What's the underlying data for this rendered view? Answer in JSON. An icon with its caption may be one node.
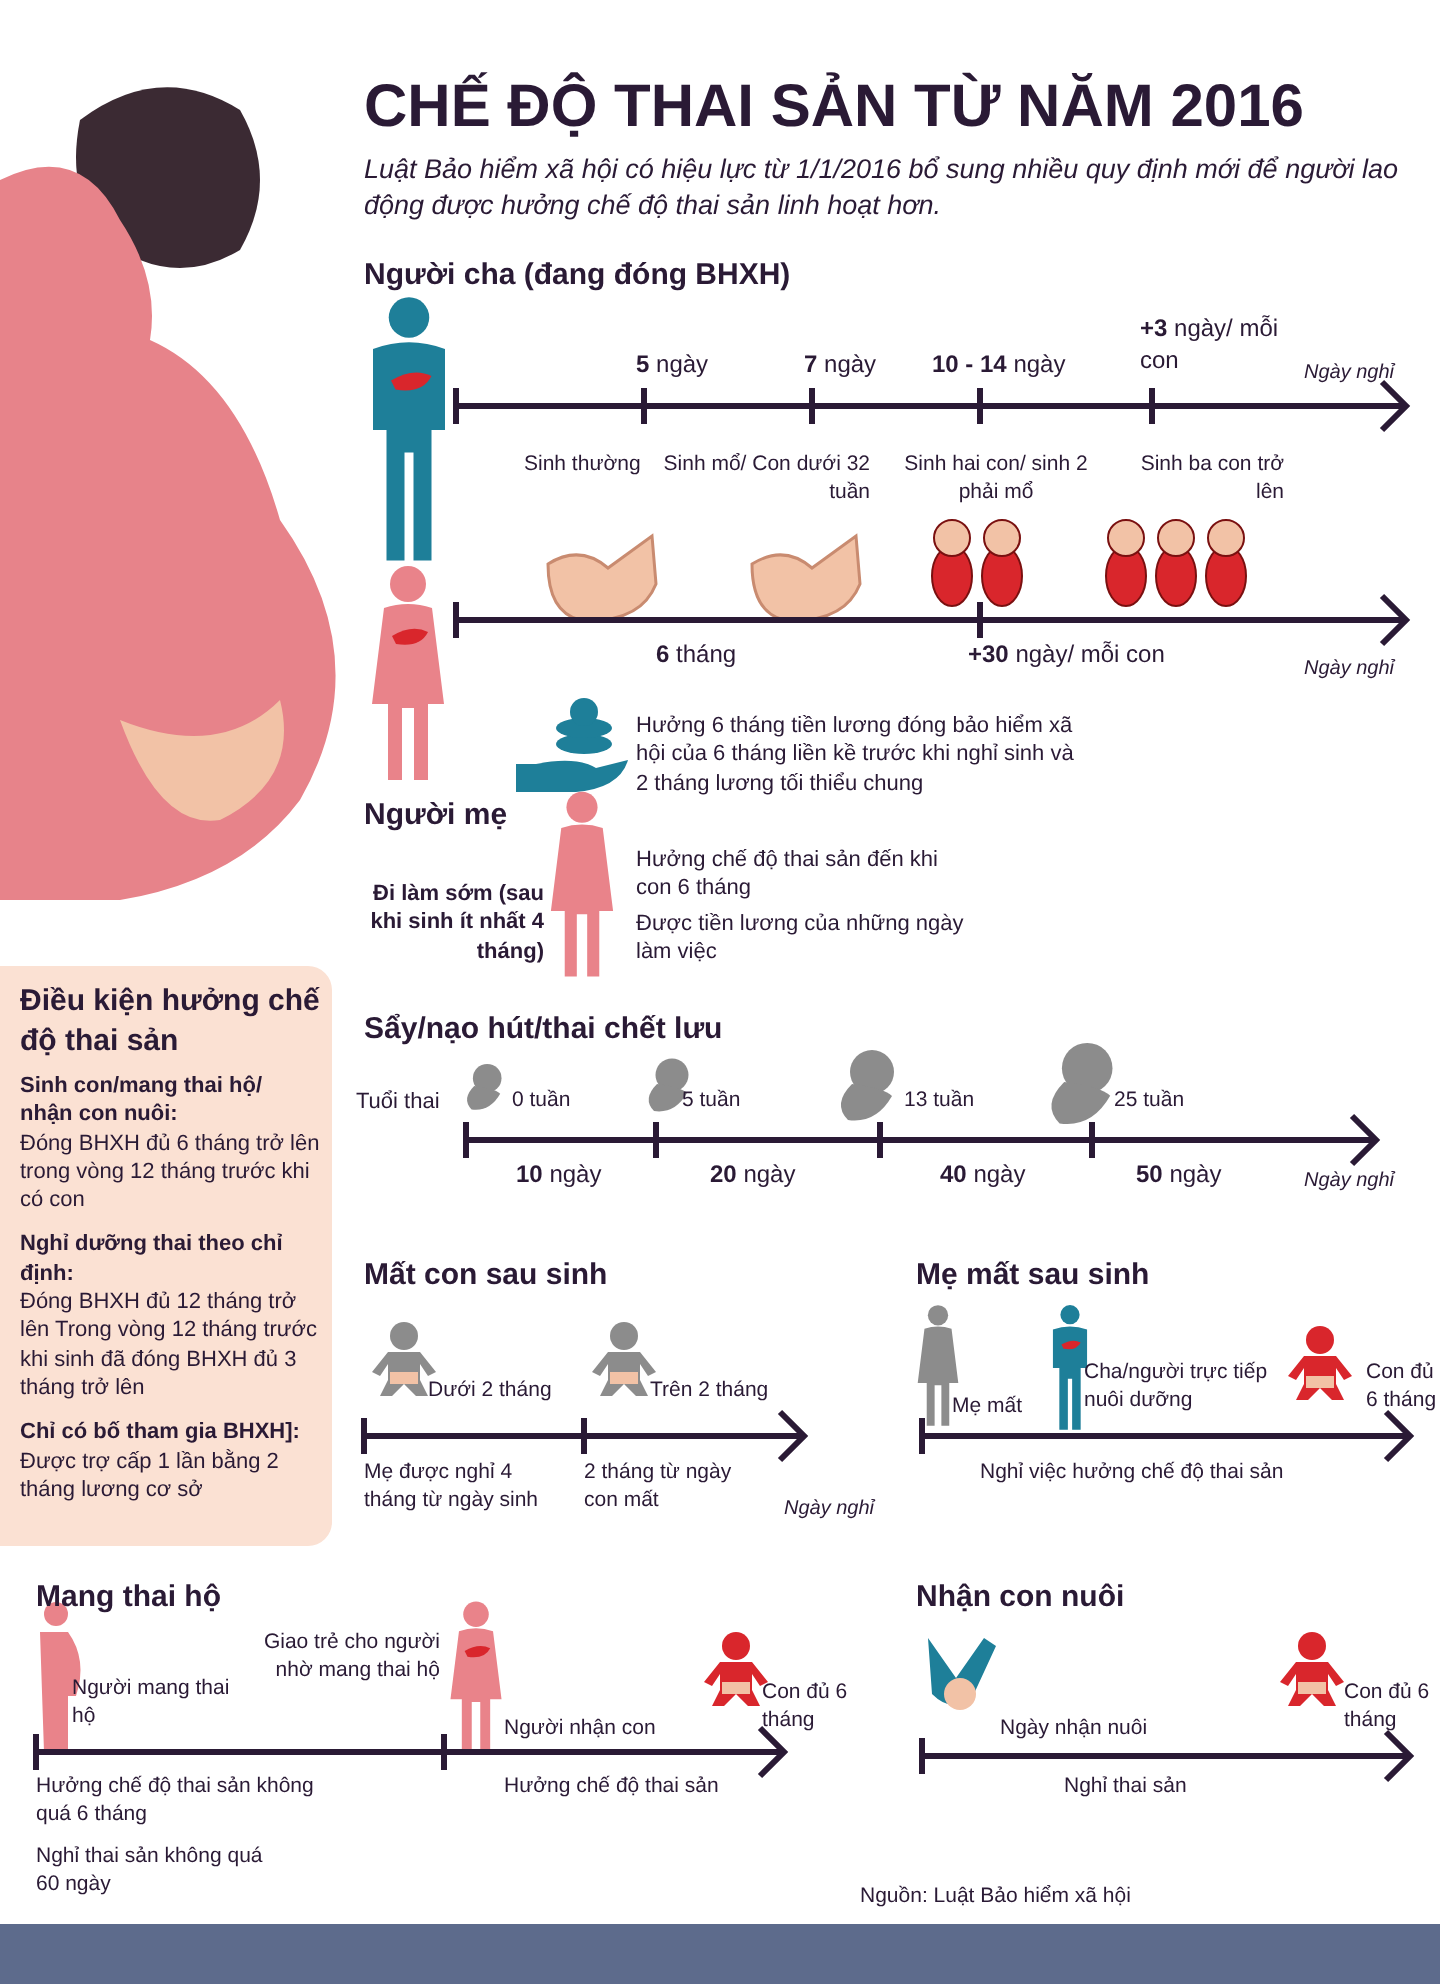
{
  "diagram": {
    "title": "CHẾ ĐỘ THAI SẢN TỪ NĂM 2016",
    "nodes": [
      {
        "text": [
          "Điều kiện hưởng chế độ thai sản",
          "Sinh con/mang thai hộ/ nhận con nuôi:",
          "Đóng BHXH đủ 6 tháng trở lên trong vòng 12 tháng trước khi có con",
          "Nghỉ dưỡng thai theo chỉ định:",
          "Đóng BHXH đủ 12 tháng trở lên Trong vòng 12 tháng trước khi sinh đã đóng BHXH đủ 3 tháng trở lên",
          "Chỉ có bố tham gia BHXH]:",
          "Được trợ cấp 1 lần bằng 2 tháng lương cơ sở"
        ]
      }
    ],
    "edges": [],
    "labels": [
      "Luật Bảo hiểm xã hội có hiệu lực từ 1/1/2016 bổ sung nhiều quy định mới để người lao động được hưởng chế độ thai sản linh hoạt hơn.",
      "Người cha (đang đóng BHXH)",
      "**5** ngày",
      "**7** ngày",
      "**10 - 14** ngày",
      "**+3** ngày/ mỗi con",
      "Ngày nghỉ",
      "Sinh thường",
      "Sinh mổ/ Con dưới 32 tuần",
      "Sinh hai con/ sinh 2 phải mổ",
      "Sinh ba con trở lên",
      "**6** tháng",
      "**+30** ngày/ mỗi con",
      "Ngày nghỉ",
      "Hưởng 6 tháng tiền lương đóng bảo hiểm xã hội của 6 tháng liền kề trước khi nghỉ sinh và 2 tháng lương tối thiểu chung",
      "Người mẹ",
      "Hưởng chế độ thai sản đến khi con 6 tháng",
      "Đi làm sớm (sau khi sinh ít nhất 4 tháng)",
      "Được tiền lương của những ngày làm việc",
      "Sẩy/nạo hút/thai chết lưu",
      "Tuổi thai",
      "0 tuần",
      "5 tuần",
      "13 tuần",
      "25 tuần",
      "**10** ngày",
      "**20** ngày",
      "**40** ngày",
      "**50** ngày",
      "Ngày nghỉ",
      "Mất con sau sinh",
      "Dưới 2 tháng",
      "Trên 2 tháng",
      "Mẹ được nghỉ 4 tháng từ ngày sinh",
      "2 tháng từ ngày con mất",
      "Ngày nghỉ",
      "Mẹ mất sau sinh",
      "Mẹ mất",
      "Cha/người trực tiếp nuôi dưỡng",
      "Con đủ 6 tháng",
      "Nghỉ việc hưởng chế độ thai sản",
      "Mang thai hộ",
      "Người mang thai hộ",
      "Giao trẻ cho người nhờ mang thai hộ",
      "Người nhận con",
      "Con đủ 6 tháng",
      "Hưởng chế độ thai sản không quá 6 tháng",
      "Nghỉ thai sản không quá 60 ngày",
      "Hưởng chế độ thai sản",
      "Nhận con nuôi",
      "Ngày nhận nuôi",
      "Con đủ 6 tháng",
      "Nghỉ thai sản",
      "Nguồn: Luật Bảo hiểm xã hội"
    ]
  }
}
